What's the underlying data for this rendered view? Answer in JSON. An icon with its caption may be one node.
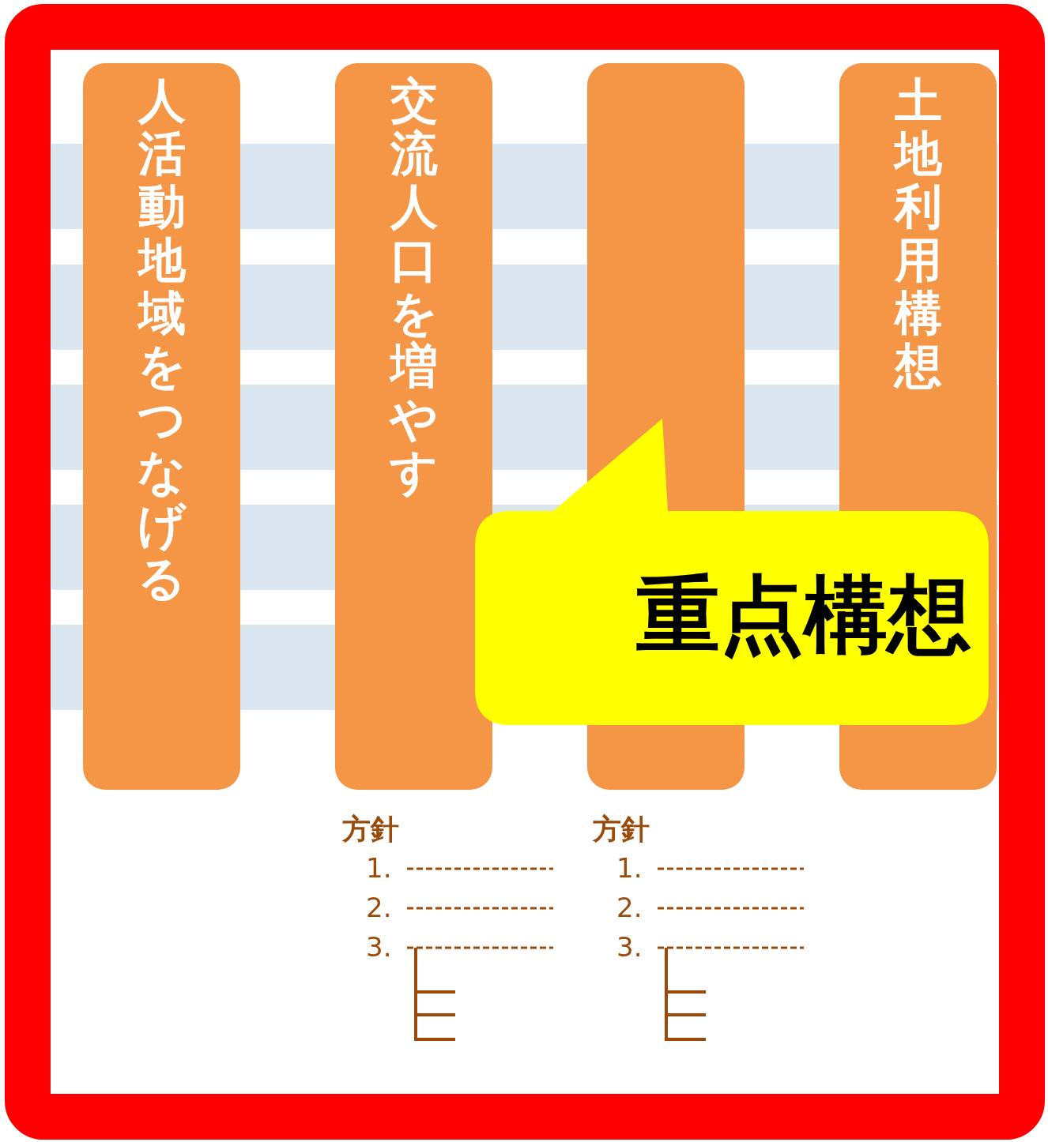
{
  "diagram": {
    "nodes": [
      {
        "text": [
          "人活動地域をつなげる"
        ]
      },
      {
        "text": [
          "交流人口を増やす"
        ]
      },
      {
        "text": [],
        "shape": "box"
      },
      {
        "text": [
          "土地利用構想"
        ]
      },
      {
        "text": [
          "重点構想"
        ]
      }
    ],
    "labels": [
      "方針",
      "1.",
      "2.",
      "3.",
      "方針",
      "1.",
      "2.",
      "3."
    ]
  }
}
